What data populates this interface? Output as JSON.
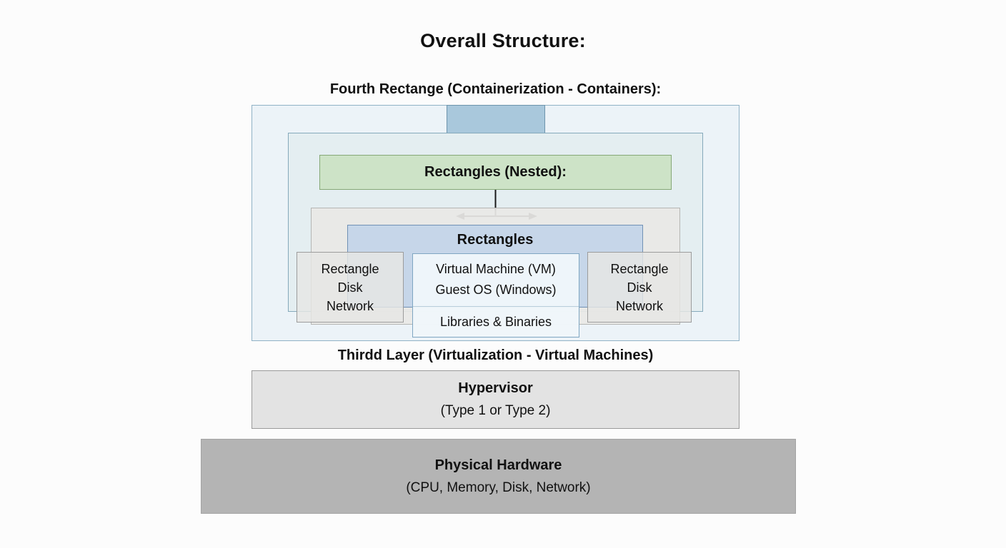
{
  "page": {
    "title": "Overall Structure:"
  },
  "diagram": {
    "fourth_label": "Fourth Rectange (Containerization - Containers):",
    "nested_label": "Rectangles (Nested):",
    "rectangles_label": "Rectangles",
    "left_box": {
      "lines": [
        "Rectangle",
        "Disk",
        "Network"
      ]
    },
    "right_box": {
      "lines": [
        "Rectangle",
        "Disk",
        "Network"
      ]
    },
    "vm_box": {
      "line1": "Virtual Machine (VM)",
      "line2": "Guest OS (Windows)",
      "line3": "Libraries & Binaries"
    },
    "third_layer_label": "Thirdd Layer (Virtualization - Virtual Machines)",
    "hypervisor": {
      "title": "Hypervisor",
      "subtitle": "(Type 1 or Type 2)"
    },
    "hardware": {
      "title": "Physical Hardware",
      "subtitle": "(CPU, Memory, Disk, Network)"
    }
  },
  "colors": {
    "outer_container_fill": "#ecf3f8",
    "outer_container_border": "#90b2c6",
    "tab_fill": "#a9c8dc",
    "inner_container_fill": "#e4eef1",
    "nested_fill": "#cde3c7",
    "nested_border": "#86a877",
    "rectangles_fill": "#c3d4e8",
    "gray_panel_fill": "#e9e8e6",
    "side_box_fill": "#e6e6e4",
    "vm_fill": "#f0f6fa",
    "hypervisor_fill": "#e3e3e3",
    "hardware_fill": "#b4b4b4",
    "arrow_color": "#1a1a1a"
  }
}
